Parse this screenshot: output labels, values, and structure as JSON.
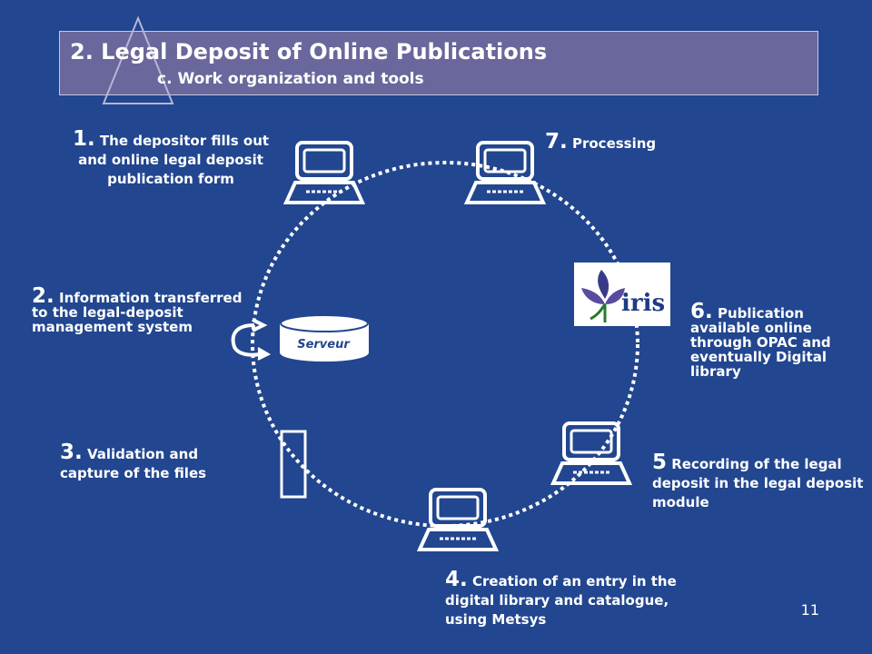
{
  "slide": {
    "title": "2.  Legal Deposit of Online Publications",
    "subtitle": "c. Work organization and tools",
    "page_number": "11"
  },
  "steps": [
    {
      "num": "1.",
      "text": "The depositor fills out and online legal deposit publication form"
    },
    {
      "num": "2.",
      "text": "Information transferred to the legal-deposit management system"
    },
    {
      "num": "3.",
      "text": "Validation and capture of the files"
    },
    {
      "num": "4.",
      "text": "Creation of an entry in the digital library and catalogue, using Metsys"
    },
    {
      "num": "5",
      "text": "Recording of the legal deposit in the legal deposit module"
    },
    {
      "num": "6.",
      "text": "Publication available online through OPAC and eventually Digital library"
    },
    {
      "num": "7.",
      "text": "Processing"
    }
  ],
  "server": {
    "label": "Serveur"
  },
  "logo": {
    "text": "iris"
  },
  "icons": [
    "computer-icon",
    "server-icon",
    "iris-logo",
    "sync-arrow-icon",
    "check-icon"
  ]
}
